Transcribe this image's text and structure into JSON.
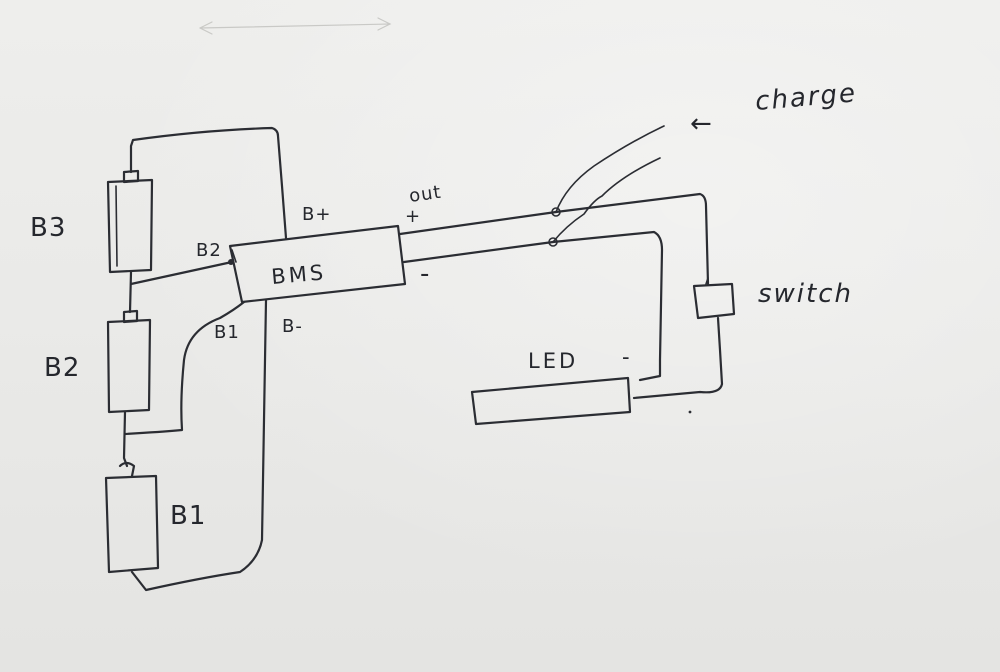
{
  "diagram": {
    "labels": {
      "battery_3": "B3",
      "battery_2": "B2",
      "battery_1": "B1",
      "bms": "BMS",
      "b_plus": "B+",
      "b_minus": "B-",
      "bms_b2": "B2",
      "bms_b1": "B1",
      "out": "out",
      "out_plus": "+",
      "out_minus": "-",
      "charge": "charge",
      "charge_arrow": "←",
      "switch": "switch",
      "led": "LED",
      "led_minus": "-"
    }
  },
  "colors": {
    "paper": "#ebebe9",
    "ink": "#2b2d33"
  }
}
